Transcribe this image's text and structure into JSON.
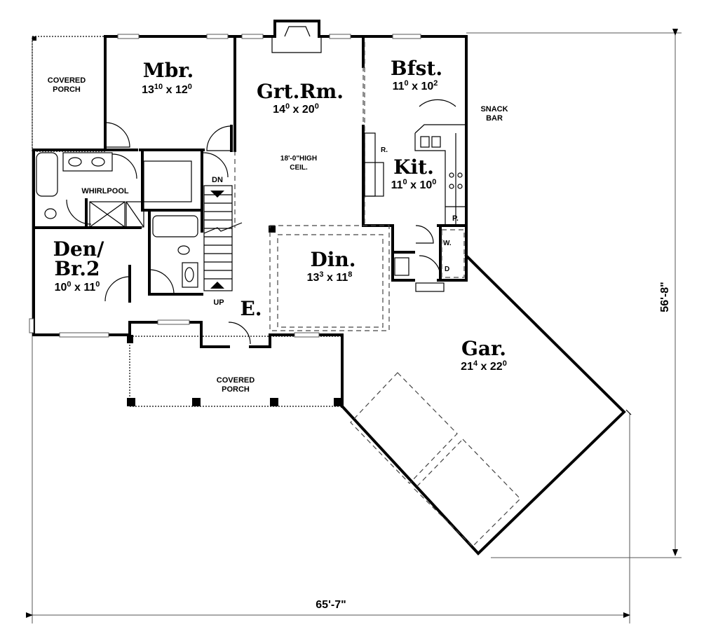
{
  "plan": {
    "overall_width": "65'-7\"",
    "overall_depth": "56'-8\"",
    "rooms": {
      "mbr": {
        "name": "Mbr.",
        "w": "13",
        "w_in": "10",
        "x": "x",
        "d": "12",
        "d_in": "0"
      },
      "grt": {
        "name": "Grt.Rm.",
        "w": "14",
        "w_in": "0",
        "x": "x",
        "d": "20",
        "d_in": "0",
        "note1": "18'-0\"HIGH",
        "note2": "CEIL."
      },
      "bfst": {
        "name": "Bfst.",
        "w": "11",
        "w_in": "0",
        "x": "x",
        "d": "10",
        "d_in": "2"
      },
      "kit": {
        "name": "Kit.",
        "w": "11",
        "w_in": "0",
        "x": "x",
        "d": "10",
        "d_in": "0"
      },
      "den": {
        "name1": "Den/",
        "name2": "Br.2",
        "w": "10",
        "w_in": "0",
        "x": "x",
        "d": "11",
        "d_in": "0"
      },
      "din": {
        "name": "Din.",
        "w": "13",
        "w_in": "3",
        "x": "x",
        "d": "11",
        "d_in": "8"
      },
      "gar": {
        "name": "Gar.",
        "w": "21",
        "w_in": "4",
        "x": "x",
        "d": "22",
        "d_in": "0"
      },
      "entry": {
        "name": "E."
      }
    },
    "labels": {
      "porch_rear_1": "COVERED",
      "porch_rear_2": "PORCH",
      "porch_front_1": "COVERED",
      "porch_front_2": "PORCH",
      "whirlpool": "WHIRLPOOL",
      "snack_1": "SNACK",
      "snack_2": "BAR",
      "refrigerator": "R.",
      "pantry": "P.",
      "washer": "W.",
      "dryer": "D",
      "stairs_down": "DN",
      "stairs_up": "UP"
    }
  }
}
